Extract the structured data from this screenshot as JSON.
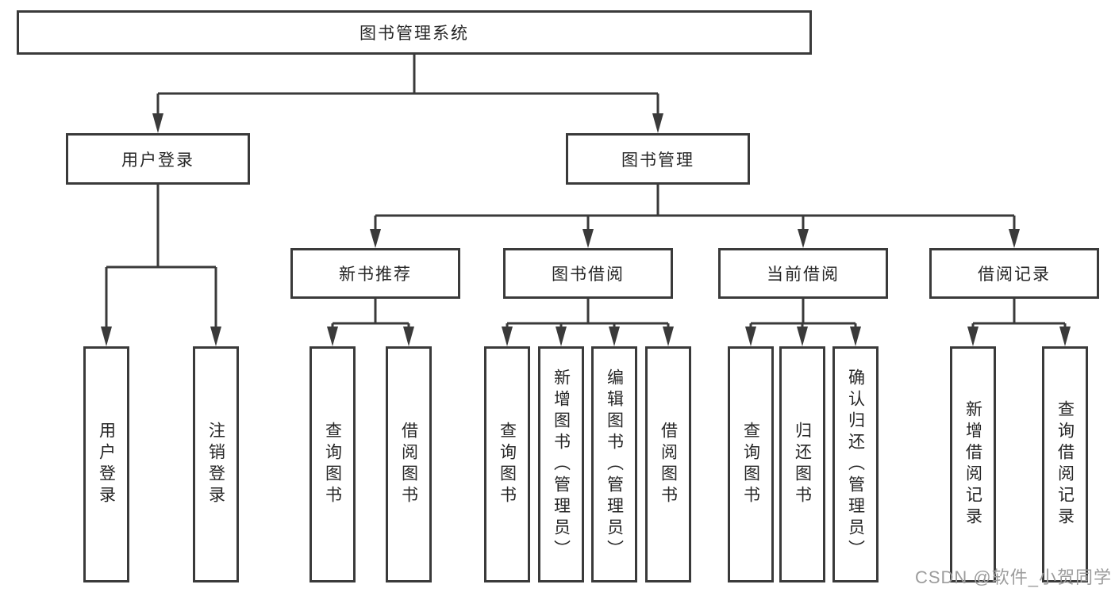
{
  "diagram": {
    "title": "图书管理系统",
    "branches": [
      {
        "label": "用户登录",
        "children": [
          {
            "label": "用户登录"
          },
          {
            "label": "注销登录"
          }
        ]
      },
      {
        "label": "图书管理",
        "children": [
          {
            "label": "新书推荐",
            "children": [
              {
                "label": "查询图书"
              },
              {
                "label": "借阅图书"
              }
            ]
          },
          {
            "label": "图书借阅",
            "children": [
              {
                "label": "查询图书"
              },
              {
                "label": "新增图书（管理员）"
              },
              {
                "label": "编辑图书（管理员）"
              },
              {
                "label": "借阅图书"
              }
            ]
          },
          {
            "label": "当前借阅",
            "children": [
              {
                "label": "查询图书"
              },
              {
                "label": "归还图书"
              },
              {
                "label": "确认归还（管理员）"
              }
            ]
          },
          {
            "label": "借阅记录",
            "children": [
              {
                "label": "新增借阅记录"
              },
              {
                "label": "查询借阅记录"
              }
            ]
          }
        ]
      }
    ]
  },
  "watermark": {
    "text": "CSDN @软件_小贺同学"
  },
  "colors": {
    "line": "#3a3a3a",
    "box_border": "#3a3a3a",
    "text": "#262626",
    "watermark": "#9c9c9c",
    "background": "#ffffff"
  }
}
